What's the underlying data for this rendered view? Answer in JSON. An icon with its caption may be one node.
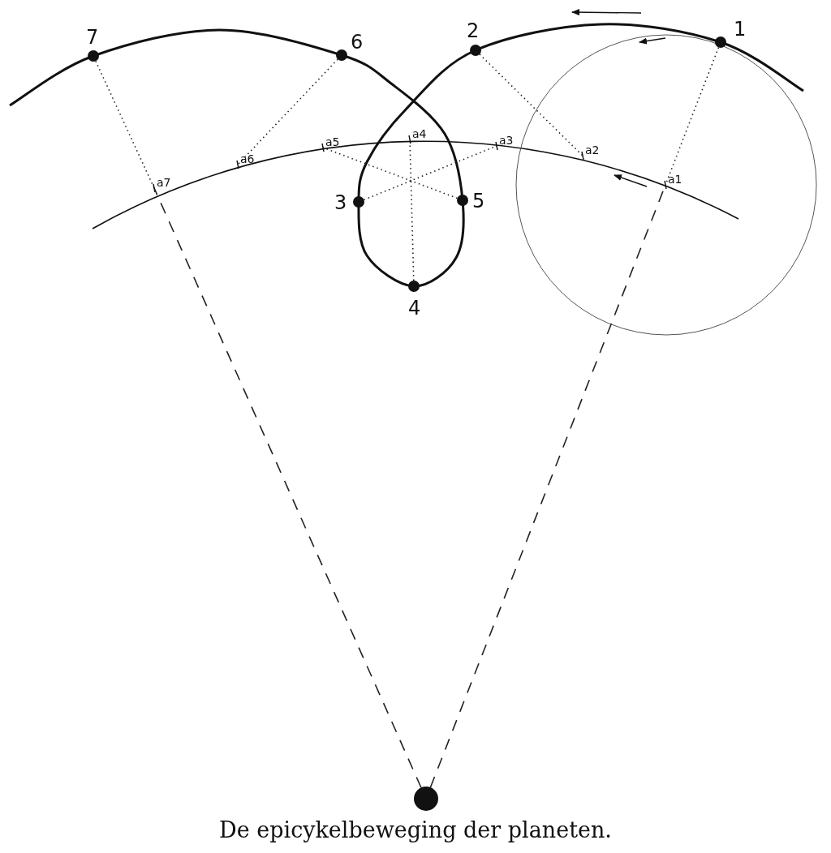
{
  "diagram": {
    "caption": "De epicykelbeweging der planeten.",
    "nodes": [
      {
        "text": [
          "1"
        ]
      },
      {
        "text": [
          "2"
        ]
      },
      {
        "text": [
          "3"
        ]
      },
      {
        "text": [
          "4"
        ]
      },
      {
        "text": [
          "5"
        ]
      },
      {
        "text": [
          "6"
        ]
      },
      {
        "text": [
          "7"
        ]
      },
      {
        "text": [
          "a1"
        ]
      },
      {
        "text": [
          "a2"
        ]
      },
      {
        "text": [
          "a3"
        ]
      },
      {
        "text": [
          "a4"
        ]
      },
      {
        "text": [
          "a5"
        ]
      },
      {
        "text": [
          "a6"
        ]
      },
      {
        "text": [
          "a7"
        ]
      },
      {
        "text": [],
        "shape": "circle"
      }
    ],
    "edges": [
      {
        "from": 0,
        "to": 7,
        "arrow": "none"
      },
      {
        "from": 1,
        "to": 8,
        "arrow": "none"
      },
      {
        "from": 2,
        "to": 9,
        "arrow": "none"
      },
      {
        "from": 3,
        "to": 10,
        "arrow": "none"
      },
      {
        "from": 4,
        "to": 11,
        "arrow": "none"
      },
      {
        "from": 5,
        "to": 12,
        "arrow": "none"
      },
      {
        "from": 6,
        "to": 13,
        "arrow": "none"
      },
      {
        "from": 14,
        "to": 13,
        "arrow": "none",
        "style": "dashed"
      },
      {
        "from": 14,
        "to": 7,
        "arrow": "none",
        "style": "dashed"
      }
    ]
  }
}
